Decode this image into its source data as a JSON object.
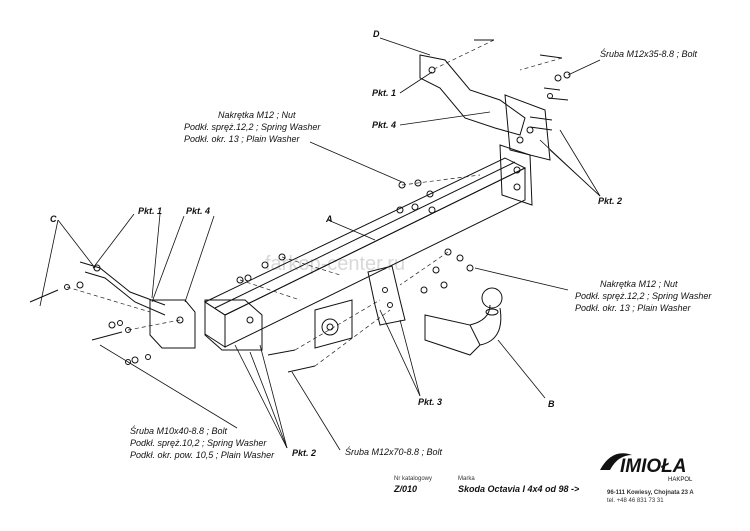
{
  "watermark": "farkop-center.ru",
  "letters": {
    "A": "A",
    "B": "B",
    "C": "C",
    "D": "D"
  },
  "pkt": {
    "p1": "Pkt. 1",
    "p2": "Pkt. 2",
    "p3": "Pkt. 3",
    "p4": "Pkt. 4"
  },
  "top_right_bolt": "Śruba M12x35-8.8 ;  Bolt",
  "nut_group_top": [
    "Nakrętka  M12 ; Nut",
    "Podkł. spręż.12,2 ; Spring Washer",
    "Podkł. okr. 13 ; Plain Washer"
  ],
  "nut_group_right": [
    "Nakrętka  M12 ; Nut",
    "Podkł. spręż.12,2 ; Spring Washer",
    "Podkł. okr. 13 ; Plain Washer"
  ],
  "bolt_group_left": [
    "Śruba M10x40-8.8 ;  Bolt",
    "Podkł. spręż.10,2 ; Spring Washer",
    "Podkł. okr. pow. 10,5 ; Plain Washer"
  ],
  "bottom_bolt": "Śruba M12x70-8.8 ;  Bolt",
  "footer": {
    "catalog_header": "Nr katalogowy",
    "make_header": "Marka",
    "catalog_no": "Z/010",
    "vehicle": "Skoda Octavia I  4x4      od  98 ->",
    "brand": "IMIOŁA",
    "brand_sub": "HAKPOL",
    "address": "96-111 Kowiesy, Chojnata 23 A",
    "phone": "tel. +48 46 831 73 31"
  },
  "colors": {
    "ink": "#111111",
    "brand": "#111111",
    "watermark": "#d8d8d8"
  }
}
